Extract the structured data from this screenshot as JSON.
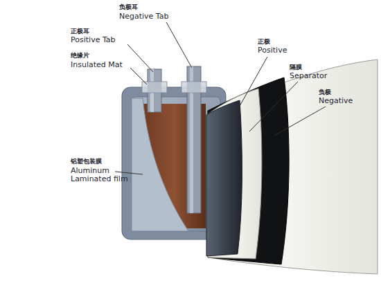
{
  "diagram": {
    "labels": [
      "负极耳",
      "Negative Tab",
      "正极耳",
      "Positive Tab",
      "绝缘片",
      "Insulated Mat",
      "铝塑包装膜",
      "Aluminum Laminated film",
      "正极",
      "Positive",
      "隔膜",
      "Separator",
      "负极",
      "Negative"
    ]
  }
}
